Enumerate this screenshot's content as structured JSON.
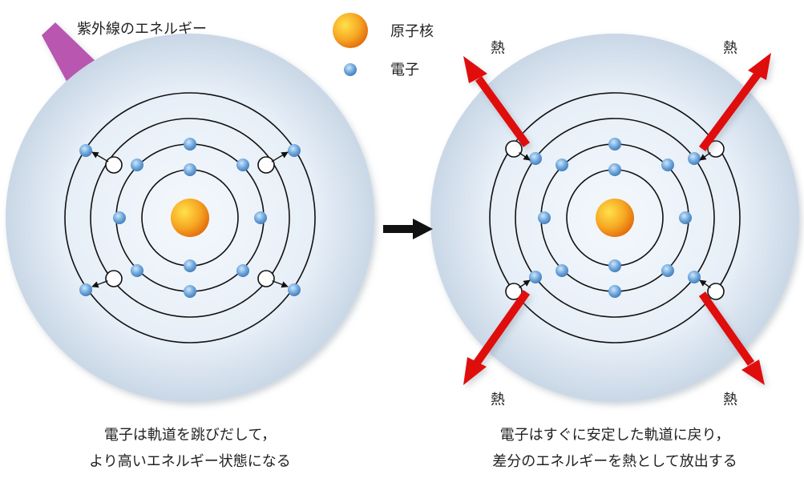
{
  "uv_label": "紫外線のエネルギー",
  "legend": {
    "nucleus_label": "原子核",
    "electron_label": "電子"
  },
  "heat_label": "熱",
  "captions": {
    "left": [
      "電子は軌道を跳びだして，",
      "より高いエネルギー状態になる"
    ],
    "right": [
      "電子はすぐに安定した軌道に戻り，",
      "差分のエネルギーを熱として放出する"
    ]
  },
  "colors": {
    "uv_arrow": "#b956b0",
    "heat_arrow": "#e01010",
    "nucleus": "#f5a623",
    "electron": "#5b9bd5",
    "atom_halo": "#dde8f3"
  }
}
